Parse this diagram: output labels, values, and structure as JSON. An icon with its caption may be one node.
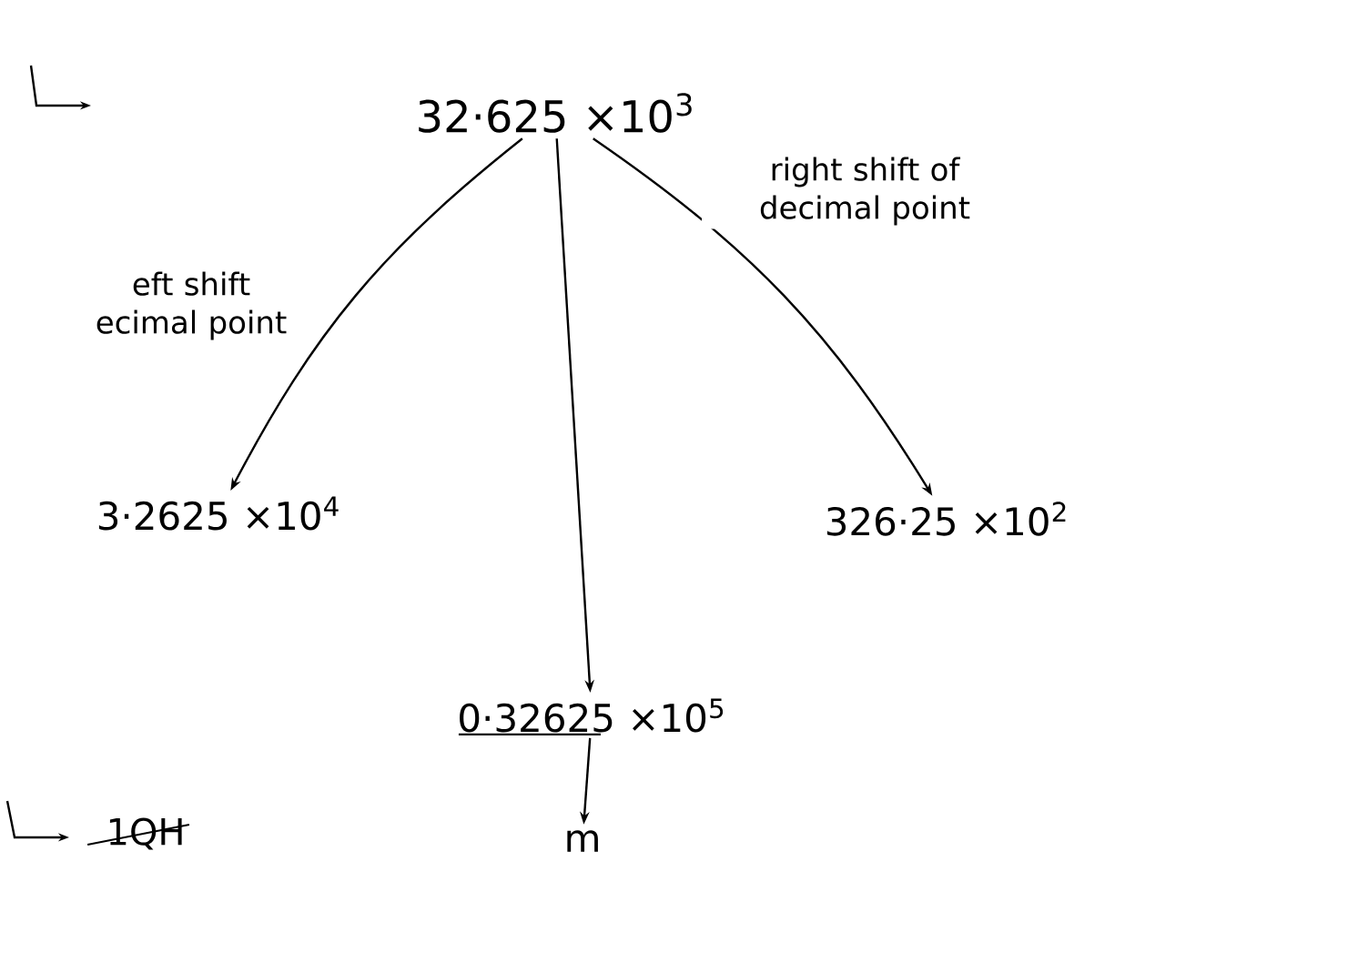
{
  "diagram": {
    "nodes": [
      {
        "text": [
          "32·625 ×10$^{3}$"
        ]
      },
      {
        "text": [
          "3·2625 ×10$^{4}$"
        ]
      },
      {
        "text": [
          "326·25 ×10$^{2}$"
        ]
      },
      {
        "text": [
          "0·32625 ×10$^{5}$"
        ]
      },
      {
        "text": [
          "m"
        ]
      }
    ],
    "edges": [
      {
        "from": 0,
        "to": 1,
        "arrow": "to",
        "label": "eft shift ecimal point"
      },
      {
        "from": 0,
        "to": 2,
        "arrow": "to",
        "label": "right shift of decimal point"
      },
      {
        "from": 0,
        "to": 3,
        "arrow": "to"
      },
      {
        "from": 3,
        "to": 4,
        "arrow": "to"
      }
    ],
    "labels": [
      "1QH"
    ]
  }
}
